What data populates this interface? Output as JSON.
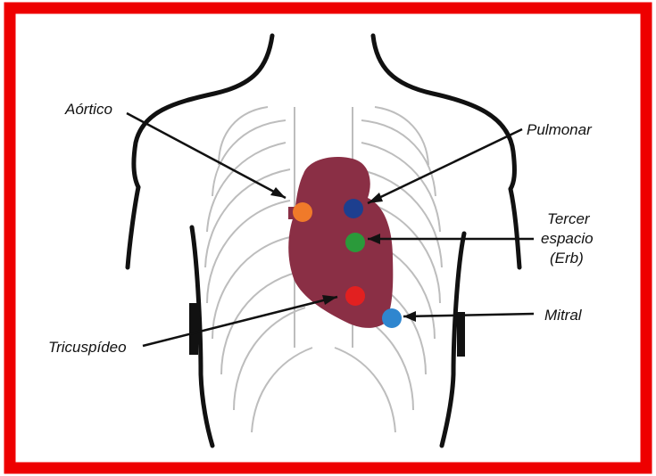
{
  "figure": {
    "border_color": "#ee0000",
    "heart_color": "#8a2f45"
  },
  "labels": {
    "aortic": "Aórtico",
    "pulmonary": "Pulmonar",
    "erb_line1": "Tercer",
    "erb_line2": "espacio",
    "erb_line3": "(Erb)",
    "mitral": "Mitral",
    "tricuspid": "Tricuspídeo"
  },
  "points": [
    {
      "name": "aortic",
      "color": "#f07a2a"
    },
    {
      "name": "pulmonary",
      "color": "#1d3f8f"
    },
    {
      "name": "erb",
      "color": "#2a9a3a"
    },
    {
      "name": "tricuspid",
      "color": "#e22020"
    },
    {
      "name": "mitral",
      "color": "#2f86cf"
    }
  ]
}
